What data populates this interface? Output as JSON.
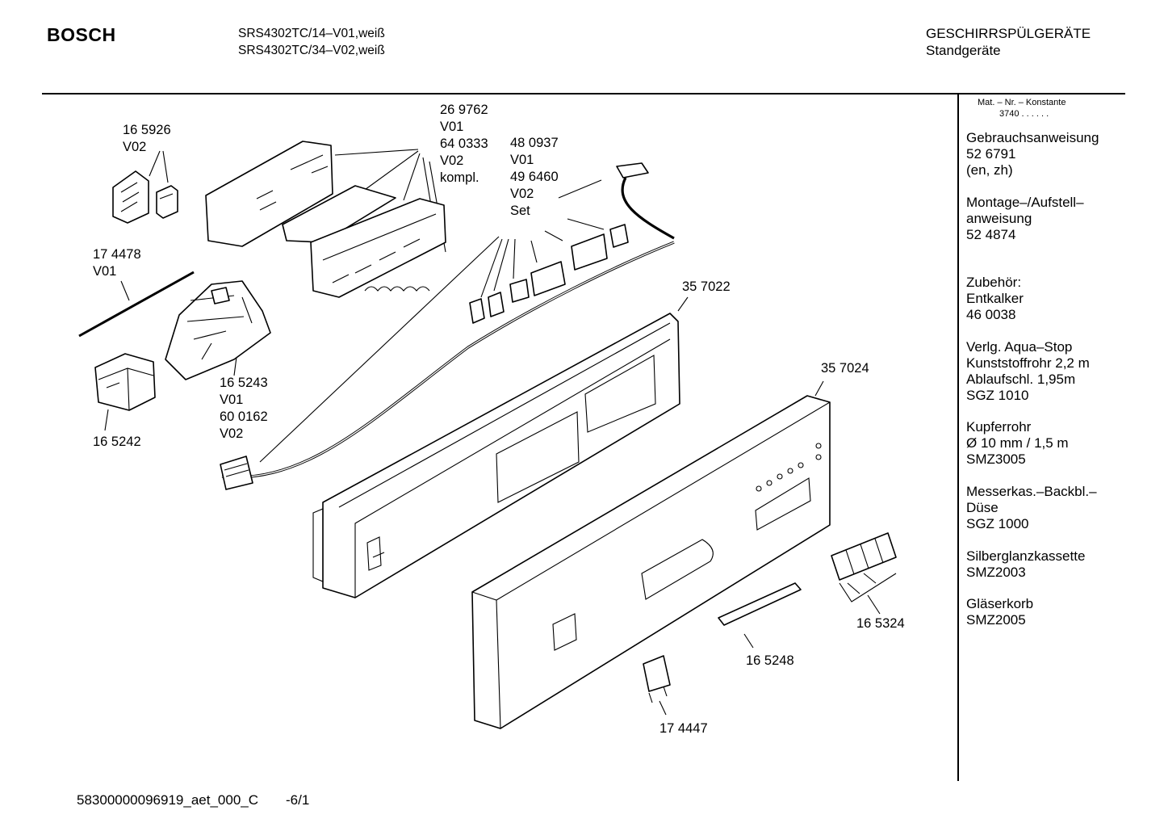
{
  "header": {
    "brand": "BOSCH",
    "model_1": "SRS4302TC/14–V01,weiß",
    "model_2": "SRS4302TC/34–V02,weiß",
    "category": "GESCHIRRSPÜLGERÄTE",
    "subcategory": "Standgeräte"
  },
  "sidebar": {
    "mat_nr_label": "Mat. – Nr. – Konstante",
    "mat_nr_value": "3740 .  .  .  .  .  .",
    "sections": [
      {
        "lines": [
          "Gebrauchsanweisung",
          "52 6791",
          "(en, zh)"
        ]
      },
      {
        "lines": [
          "Montage–/Aufstell–",
          "anweisung",
          "52 4874"
        ]
      },
      {
        "lines": [
          "Zubehör:",
          "Entkalker",
          "46 0038"
        ]
      },
      {
        "lines": [
          "Verlg. Aqua–Stop",
          "Kunststoffrohr 2,2 m",
          "Ablaufschl. 1,95m",
          "SGZ 1010"
        ]
      },
      {
        "lines": [
          "Kupferrohr",
          "Ø 10 mm / 1,5 m",
          "SMZ3005"
        ]
      },
      {
        "lines": [
          "Messerkas.–Backbl.–",
          "Düse",
          "SGZ 1000"
        ]
      },
      {
        "lines": [
          "Silberglanzkassette",
          "SMZ2003"
        ]
      },
      {
        "lines": [
          "Gläserkorb",
          "SMZ2005"
        ]
      }
    ]
  },
  "parts": {
    "p269762": [
      "26 9762",
      "V01",
      "64 0333",
      "V02",
      "kompl."
    ],
    "p480937": [
      "48 0937",
      "V01",
      "49 6460",
      "V02",
      "Set"
    ],
    "p165926": [
      "16 5926",
      "V02"
    ],
    "p174478": [
      "17 4478",
      "V01"
    ],
    "p165243": [
      "16 5243",
      "V01",
      "60 0162",
      "V02"
    ],
    "p165242": [
      "16 5242"
    ],
    "p357022": [
      "35 7022"
    ],
    "p357024": [
      "35 7024"
    ],
    "p165324": [
      "16 5324"
    ],
    "p165248": [
      "16 5248"
    ],
    "p174447": [
      "17 4447"
    ]
  },
  "footer": {
    "doc_id": "58300000096919_aet_000_C",
    "page": "-6/1"
  }
}
